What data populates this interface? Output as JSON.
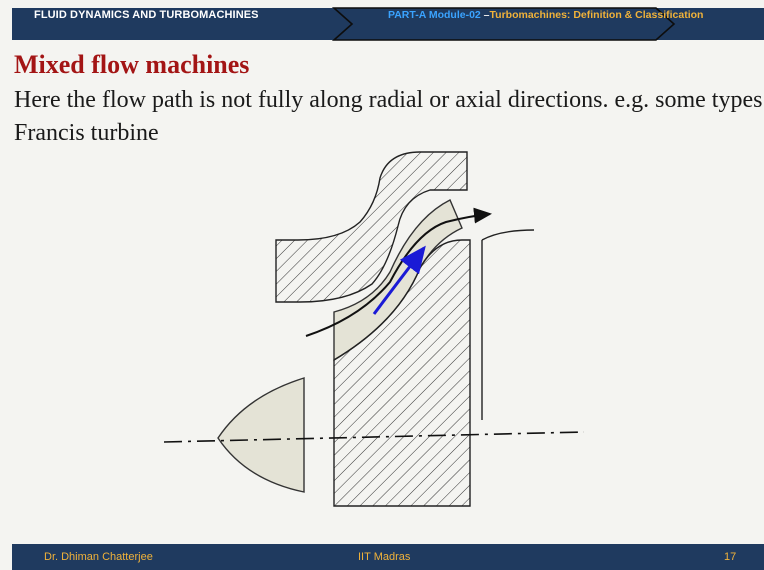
{
  "header": {
    "course": "FLUID DYNAMICS AND TURBOMACHINES",
    "module_part": "PART-A Module-02",
    "module_sep": " –",
    "module_topic": "Turbomachines: Definition & Classification"
  },
  "slide": {
    "title": "Mixed flow machines",
    "line1": "Here the flow path is not fully along radial or axial directions. e.g. some types of",
    "line2": "Francis turbine"
  },
  "footer": {
    "author": "Dr. Dhiman Chatterjee",
    "institute": "IIT Madras",
    "page": "17"
  },
  "colors": {
    "title": "#a31515",
    "bar": "#1f3a5f",
    "module_part": "#3aa3ff",
    "topic": "#f0b23a",
    "flow_arrow": "#1a1ad6",
    "blade_fill": "#e4e3d6"
  }
}
